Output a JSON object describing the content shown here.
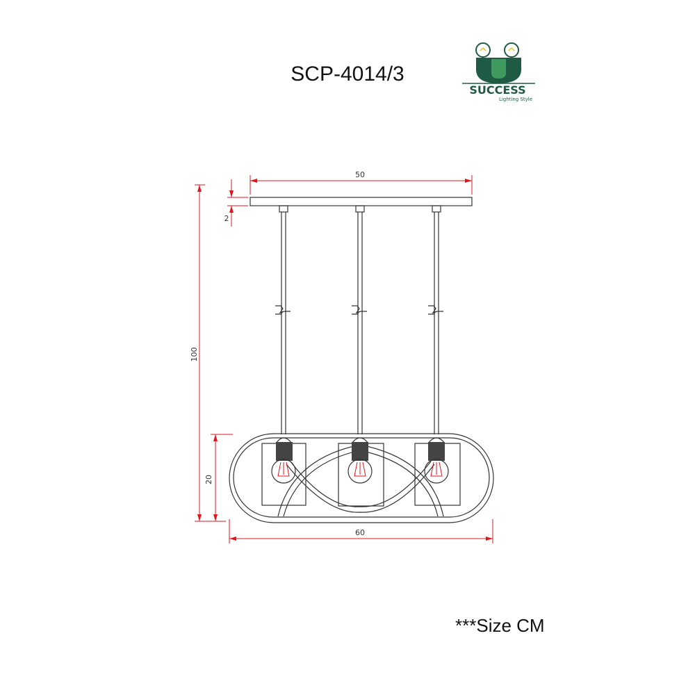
{
  "title": "SCP-4014/3",
  "note": "***Size CM",
  "logo": {
    "brand": "SUCCESS",
    "tagline": "Lighting Style",
    "color": "#1f5a45",
    "accent": "#3f9a5e"
  },
  "dimensions": {
    "canopy_width": "50",
    "canopy_height": "2",
    "total_height": "100",
    "frame_height": "20",
    "frame_width": "60"
  },
  "colors": {
    "dimension_lines": "#e0161c",
    "outline": "#333333"
  }
}
